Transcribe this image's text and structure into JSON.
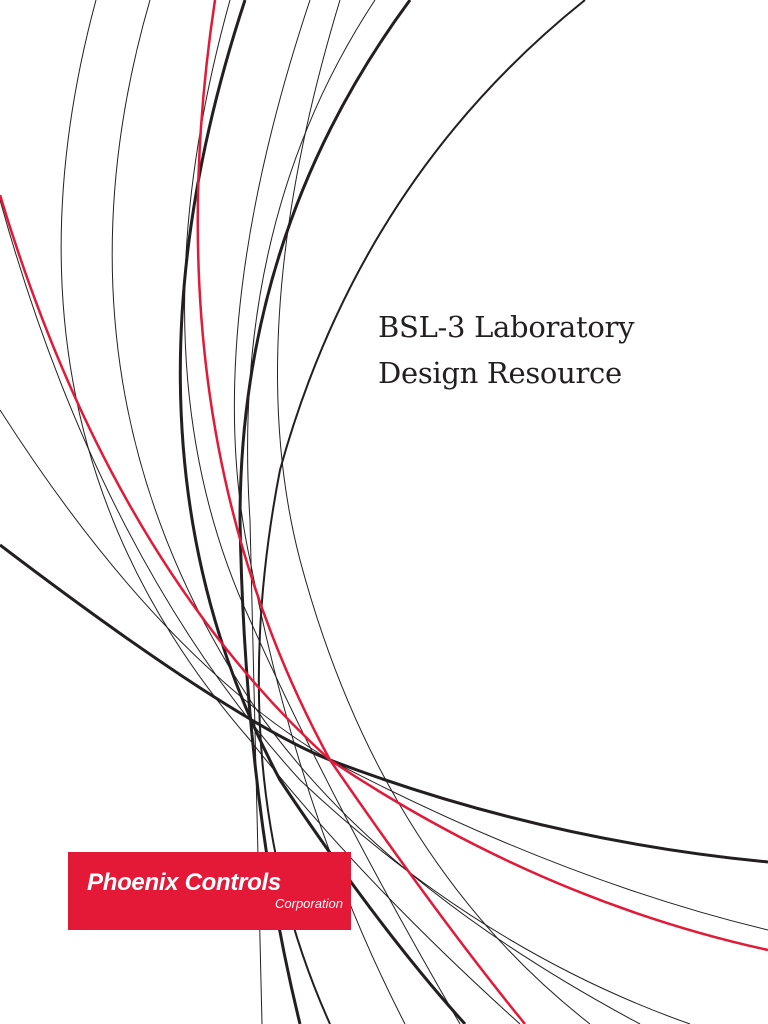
{
  "cover": {
    "title_line1": "BSL-3 Laboratory",
    "title_line2": "Design Resource"
  },
  "logo": {
    "name": "Phoenix Controls",
    "subtitle": "Corporation",
    "color": "#e31937"
  },
  "colors": {
    "arc_dark": "#231f20",
    "arc_red": "#e31937",
    "background": "#ffffff"
  }
}
